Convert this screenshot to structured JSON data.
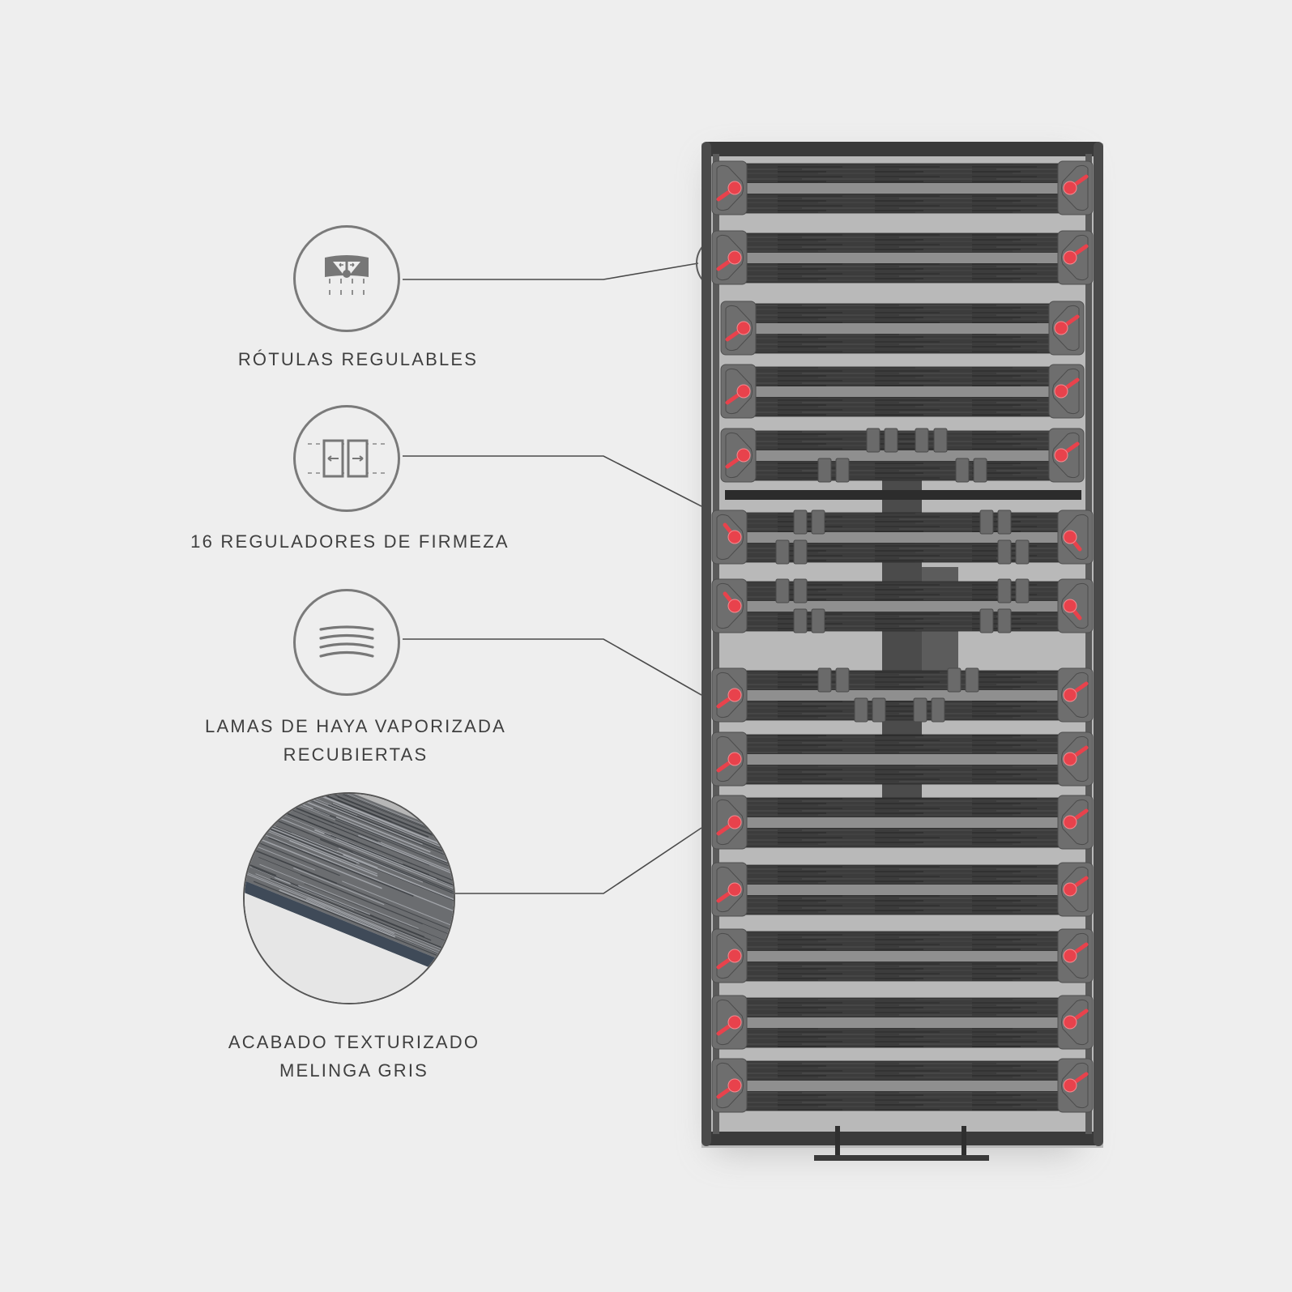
{
  "features": [
    {
      "id": "rotulas",
      "icon": "adjustable-joint-icon",
      "label_lines": [
        "RÓTULAS REGULABLES"
      ]
    },
    {
      "id": "reguladores",
      "icon": "firmness-regulator-icon",
      "label_lines": [
        "16 REGULADORES DE FIRMEZA"
      ]
    },
    {
      "id": "lamas",
      "icon": "curved-slats-icon",
      "label_lines": [
        "LAMAS DE HAYA VAPORIZADA",
        "RECUBIERTAS"
      ]
    },
    {
      "id": "acabado",
      "icon": "wood-texture-swatch",
      "label_lines": [
        "ACABADO TEXTURIZADO",
        "MELINGA GRIS"
      ]
    }
  ],
  "colors": {
    "background": "#eeeeee",
    "frame": "#3a3a3a",
    "slat": "#3d3d3d",
    "holder": "#6e6e6e",
    "knob": "#e8424c",
    "outline": "#7a7a7a",
    "text": "#3f3f3f"
  },
  "product": {
    "name": "slatted-bed-base",
    "slat_pairs": 14,
    "firmness_regulators": 16
  }
}
